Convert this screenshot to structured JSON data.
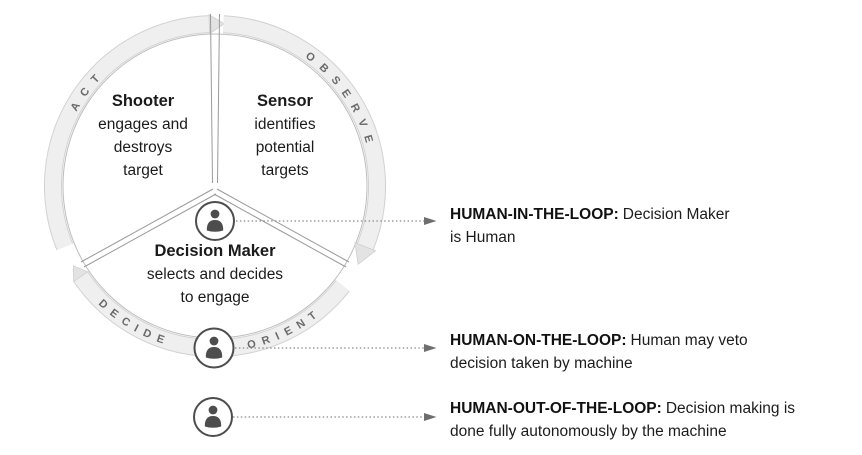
{
  "diagram": {
    "title_hint": "OODA targeting loop with human-in/on/out-of-the-loop autonomy levels",
    "loop": {
      "arc_labels": {
        "act": "ACT",
        "observe": "OBSERVE",
        "decide": "DECIDE",
        "orient": "ORIENT"
      },
      "sectors": {
        "shooter": {
          "title": "Shooter",
          "description": "engages and\ndestroys\ntarget"
        },
        "sensor": {
          "title": "Sensor",
          "description": "identifies\npotential\ntargets"
        },
        "decision_maker": {
          "title": "Decision Maker",
          "description": "selects and decides\nto engage"
        }
      }
    },
    "annotations": [
      {
        "label": "HUMAN-IN-THE-LOOP:",
        "description": "Decision Maker\nis Human"
      },
      {
        "label": "HUMAN-ON-THE-LOOP:",
        "description": "Human may veto\ndecision taken by machine"
      },
      {
        "label": "HUMAN-OUT-OF-THE-LOOP:",
        "description": "Decision making is\ndone fully autonomously by the machine"
      }
    ],
    "icons": {
      "person": "person-in-circle-icon"
    },
    "colors": {
      "ribbon_fill": "#efefef",
      "ribbon_edge": "#d2d2d2",
      "loop_line": "#bdbdbd",
      "divider_line": "#9a9a9a",
      "text": "#1a1a1a",
      "arc_letter": "#6a6a6a",
      "icon": "#4d4d4d",
      "connector": "#8a8a8a"
    }
  }
}
